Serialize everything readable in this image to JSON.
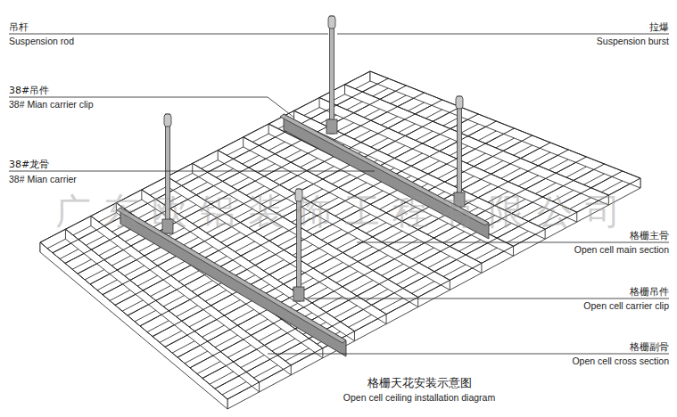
{
  "diagram": {
    "caption": "格栅天花安装示意图",
    "labels": [
      "吊杆",
      "Suspension rod",
      "38#吊件",
      "38# Mian carrier clip",
      "38#龙骨",
      "38# Mian carrier",
      "拉爆",
      "Suspension burst",
      "格栅主骨",
      "Open cell main section",
      "格栅吊件",
      "Open cell carrier clip",
      "格栅副骨",
      "Open cell cross section",
      "Open cell ceiling installation diagram",
      "广东欧铝装饰工程有限公司"
    ]
  }
}
